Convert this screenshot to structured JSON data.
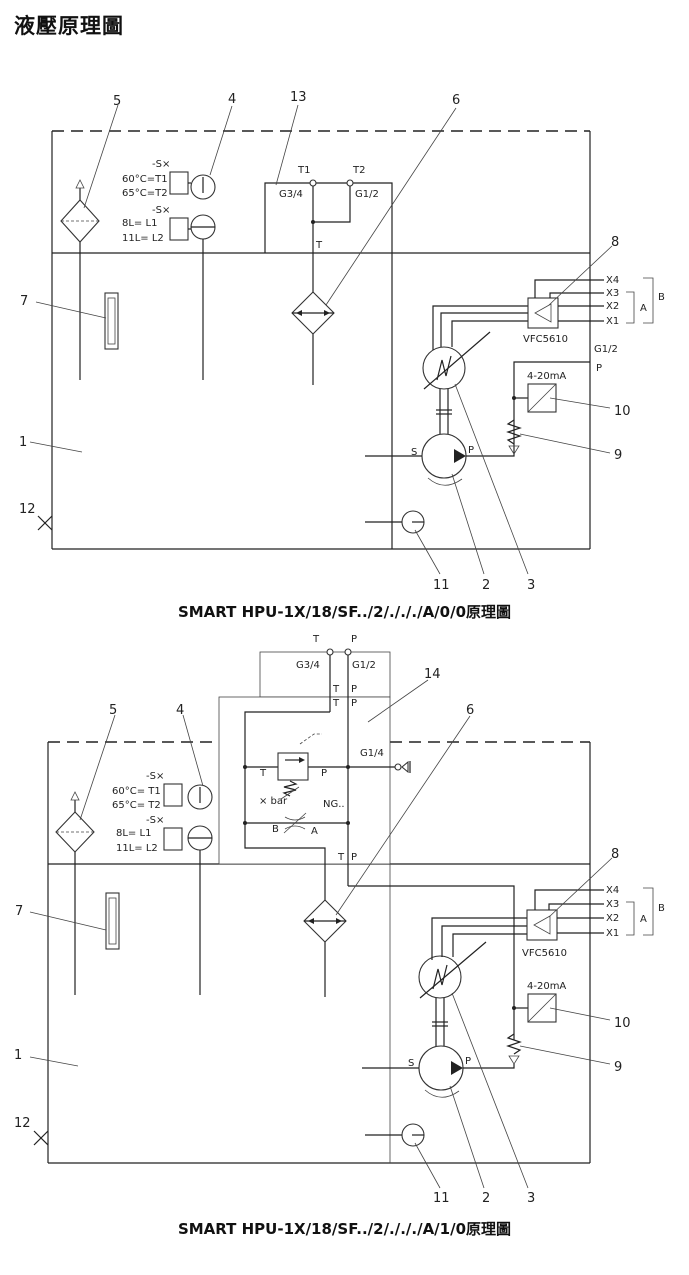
{
  "page": {
    "title": "液壓原理圖"
  },
  "diagram_top": {
    "caption": {
      "pre": "SMART HPU-1X/18/SF../2/./././A/",
      "bold1": "0",
      "mid": "/0原理圖"
    },
    "callouts": [
      "5",
      "4",
      "13",
      "6",
      "7",
      "1",
      "12",
      "8",
      "10",
      "9",
      "11",
      "2",
      "3"
    ],
    "labels": {
      "temp1": "60°C=T1",
      "temp2": "65°C=T2",
      "s1": "-S×",
      "s2": "-S×",
      "lvl1": "8L=  L1",
      "lvl2": "11L= L2",
      "t1": "T1",
      "t2": "T2",
      "g34": "G3/4",
      "g12": "G1/2",
      "t": "T",
      "x4": "X4",
      "x3": "X3",
      "x2": "X2",
      "x1": "X1",
      "a": "A",
      "b": "B",
      "vfc": "VFC5610",
      "g12b": "G1/2",
      "p": "P",
      "ma": "4-20mA",
      "s": "S",
      "pp": "P"
    }
  },
  "diagram_bottom": {
    "caption": {
      "pre": "SMART HPU-1X/18/SF../2/./././A/",
      "bold1": "1",
      "mid": "/0原理圖"
    },
    "callouts": [
      "5",
      "4",
      "14",
      "6",
      "7",
      "1",
      "12",
      "8",
      "10",
      "9",
      "11",
      "2",
      "3"
    ],
    "labels": {
      "t": "T",
      "p": "P",
      "g34": "G3/4",
      "g12": "G1/2",
      "tp1t": "T",
      "tp1p": "P",
      "tp2t": "T",
      "tp2p": "P",
      "vt": "T",
      "vp": "P",
      "g14": "G1/4",
      "bar": "× bar",
      "ng": "NG..",
      "b": "B",
      "a": "A",
      "tp3t": "T",
      "tp3p": "P",
      "temp1": "60°C= T1",
      "temp2": "65°C= T2",
      "s1": "-S×",
      "s2": "-S×",
      "lvl1": "8L=  L1",
      "lvl2": "11L= L2",
      "x4": "X4",
      "x3": "X3",
      "x2": "X2",
      "x1": "X1",
      "aa": "A",
      "bb": "B",
      "vfc": "VFC5610",
      "ma": "4-20mA",
      "s": "S",
      "pp": "P"
    }
  }
}
